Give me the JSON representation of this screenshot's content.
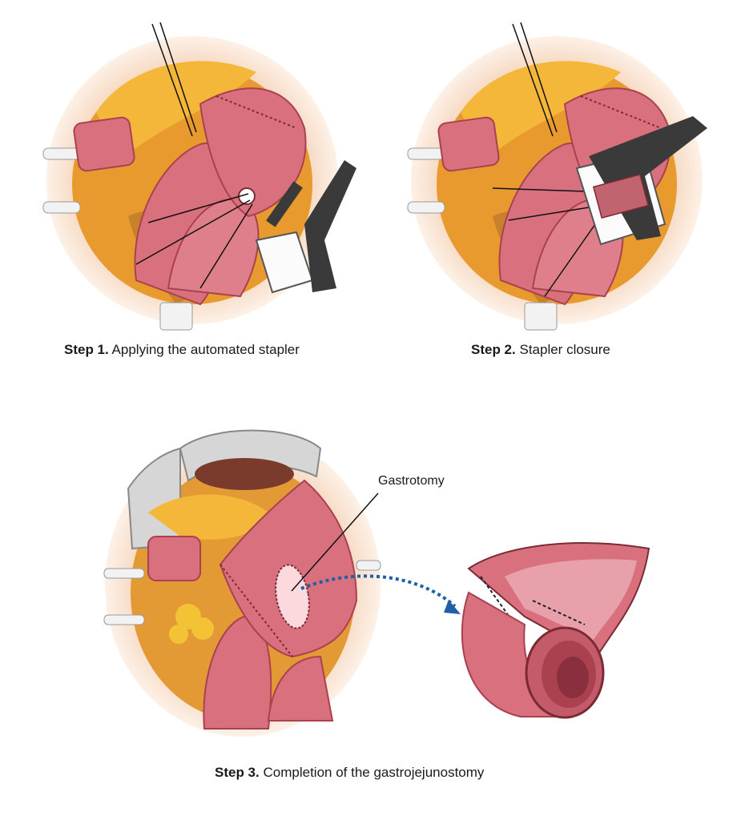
{
  "steps": [
    {
      "number_label": "Step 1.",
      "caption": "Applying the automated stapler"
    },
    {
      "number_label": "Step 2.",
      "caption": "Stapler closure"
    },
    {
      "number_label": "Step 3.",
      "caption": "Completion of the gastrojejunostomy"
    }
  ],
  "annotations": {
    "gastrotomy": "Gastrotomy"
  },
  "colors": {
    "background": "#ffffff",
    "skin": "#fbe6d6",
    "fat": "#f0a42c",
    "bowel": "#d9707e",
    "bowel_dark": "#a9414f",
    "mesentery": "#c97a2a",
    "instrument": "#3a3a3a",
    "arrow": "#1f5fa8"
  }
}
